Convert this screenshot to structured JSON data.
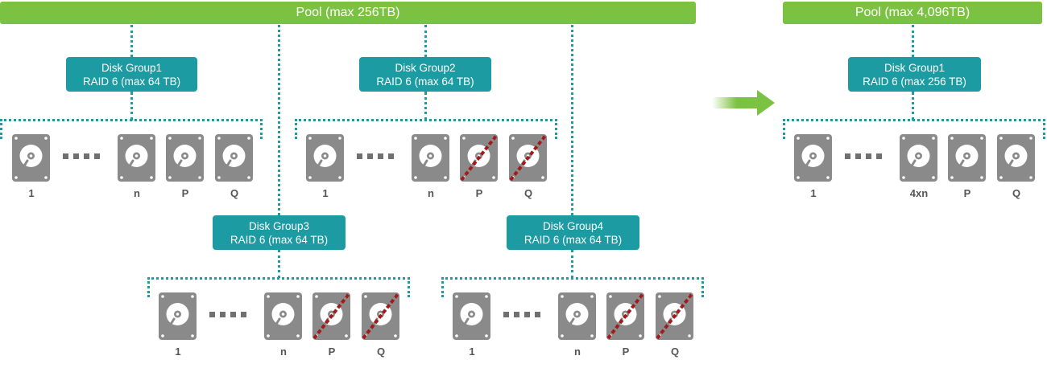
{
  "pool_left": {
    "label": "Pool (max 256TB)"
  },
  "pool_right": {
    "label": "Pool (max 4,096TB)"
  },
  "colors": {
    "pool": "#7cc242",
    "group": "#1d9ba3",
    "disk": "#8a8a8a",
    "failed": "#a31a1a"
  },
  "groups": [
    {
      "line1": "Disk Group1",
      "line2": "RAID 6 (max 64 TB)",
      "disks": [
        {
          "label": "1",
          "failed": false
        },
        {
          "label": "n",
          "failed": false
        },
        {
          "label": "P",
          "failed": false
        },
        {
          "label": "Q",
          "failed": false
        }
      ]
    },
    {
      "line1": "Disk Group2",
      "line2": "RAID 6 (max 64 TB)",
      "disks": [
        {
          "label": "1",
          "failed": false
        },
        {
          "label": "n",
          "failed": false
        },
        {
          "label": "P",
          "failed": true
        },
        {
          "label": "Q",
          "failed": true
        }
      ]
    },
    {
      "line1": "Disk Group3",
      "line2": "RAID 6 (max 64 TB)",
      "disks": [
        {
          "label": "1",
          "failed": false
        },
        {
          "label": "n",
          "failed": false
        },
        {
          "label": "P",
          "failed": true
        },
        {
          "label": "Q",
          "failed": true
        }
      ]
    },
    {
      "line1": "Disk Group4",
      "line2": "RAID 6 (max 64 TB)",
      "disks": [
        {
          "label": "1",
          "failed": false
        },
        {
          "label": "n",
          "failed": false
        },
        {
          "label": "P",
          "failed": true
        },
        {
          "label": "Q",
          "failed": true
        }
      ]
    }
  ],
  "right_group": {
    "line1": "Disk Group1",
    "line2": "RAID 6 (max 256 TB)",
    "disks": [
      {
        "label": "1",
        "failed": false
      },
      {
        "label": "4xn",
        "failed": false
      },
      {
        "label": "P",
        "failed": false
      },
      {
        "label": "Q",
        "failed": false
      }
    ]
  }
}
